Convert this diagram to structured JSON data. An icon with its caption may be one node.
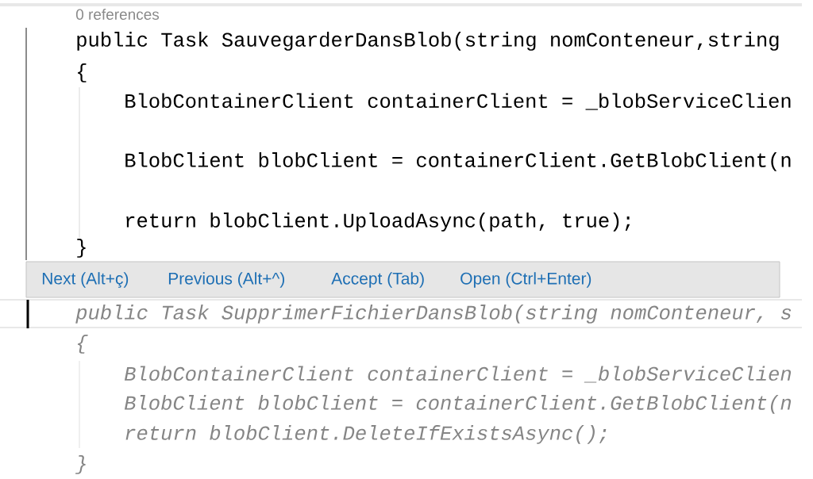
{
  "diagram": {
    "labels": [
      "0 references",
      "public Task SauvegarderDansBlob(string nomConteneur,string",
      "{",
      "BlobContainerClient containerClient = _blobServiceClien",
      "BlobClient blobClient = containerClient.GetBlobClient(n",
      "return blobClient.UploadAsync(path, true);",
      "}",
      "Next (Alt+ç)",
      "Previous (Alt+^)",
      "Accept (Tab)",
      "Open (Ctrl+Enter)",
      "public Task SupprimerFichierDansBlob(string nomConteneur, s",
      "{",
      "BlobContainerClient containerClient = _blobServiceClien",
      "BlobClient blobClient = containerClient.GetBlobClient(n",
      "return blobClient.DeleteIfExistsAsync();",
      "}"
    ]
  }
}
